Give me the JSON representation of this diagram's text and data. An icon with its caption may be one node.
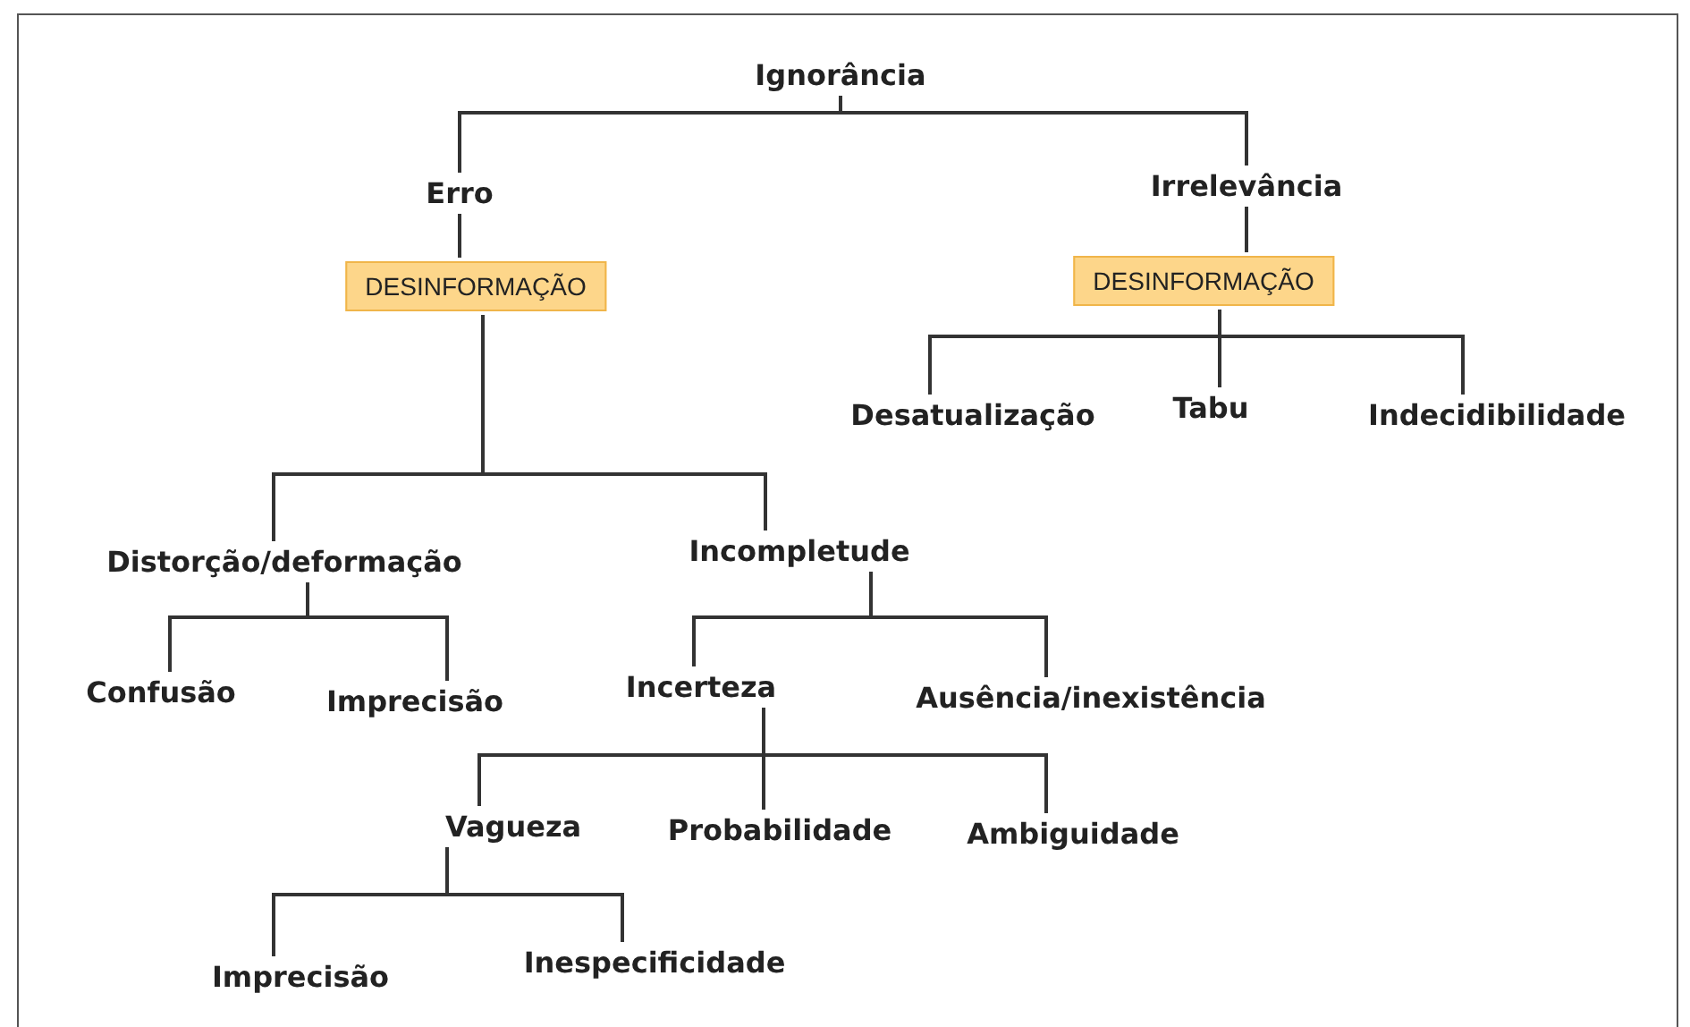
{
  "diagram": {
    "nodes": [
      {
        "text": [
          "Ignorância"
        ]
      },
      {
        "text": [
          "Erro"
        ]
      },
      {
        "text": [
          "DESINFORMAÇÃO"
        ]
      },
      {
        "text": [
          "Irrelevância"
        ]
      },
      {
        "text": [
          "DESINFORMAÇÃO"
        ]
      },
      {
        "text": [
          "Desatualização"
        ]
      },
      {
        "text": [
          "Tabu"
        ]
      },
      {
        "text": [
          "Indecidibilidade"
        ]
      },
      {
        "text": [
          "Distorção/deformação"
        ]
      },
      {
        "text": [
          "Incompletude"
        ]
      },
      {
        "text": [
          "Confusão"
        ]
      },
      {
        "text": [
          "Imprecisão"
        ]
      },
      {
        "text": [
          "Incerteza"
        ]
      },
      {
        "text": [
          "Ausência/inexistência"
        ]
      },
      {
        "text": [
          "Vagueza"
        ]
      },
      {
        "text": [
          "Probabilidade"
        ]
      },
      {
        "text": [
          "Ambiguidade"
        ]
      },
      {
        "text": [
          "Imprecisão"
        ]
      },
      {
        "text": [
          "Inespecificidade"
        ]
      }
    ],
    "edges": [
      {
        "from": 0,
        "to": 1,
        "arrow": "none"
      },
      {
        "from": 0,
        "to": 3,
        "arrow": "none"
      },
      {
        "from": 1,
        "to": 2,
        "arrow": "none"
      },
      {
        "from": 3,
        "to": 4,
        "arrow": "none"
      },
      {
        "from": 4,
        "to": 5,
        "arrow": "none"
      },
      {
        "from": 4,
        "to": 6,
        "arrow": "none"
      },
      {
        "from": 4,
        "to": 7,
        "arrow": "none"
      },
      {
        "from": 2,
        "to": 8,
        "arrow": "none"
      },
      {
        "from": 2,
        "to": 9,
        "arrow": "none"
      },
      {
        "from": 8,
        "to": 10,
        "arrow": "none"
      },
      {
        "from": 8,
        "to": 11,
        "arrow": "none"
      },
      {
        "from": 9,
        "to": 12,
        "arrow": "none"
      },
      {
        "from": 9,
        "to": 13,
        "arrow": "none"
      },
      {
        "from": 12,
        "to": 14,
        "arrow": "none"
      },
      {
        "from": 12,
        "to": 15,
        "arrow": "none"
      },
      {
        "from": 12,
        "to": 16,
        "arrow": "none"
      },
      {
        "from": 14,
        "to": 17,
        "arrow": "none"
      },
      {
        "from": 14,
        "to": 18,
        "arrow": "none"
      }
    ]
  }
}
